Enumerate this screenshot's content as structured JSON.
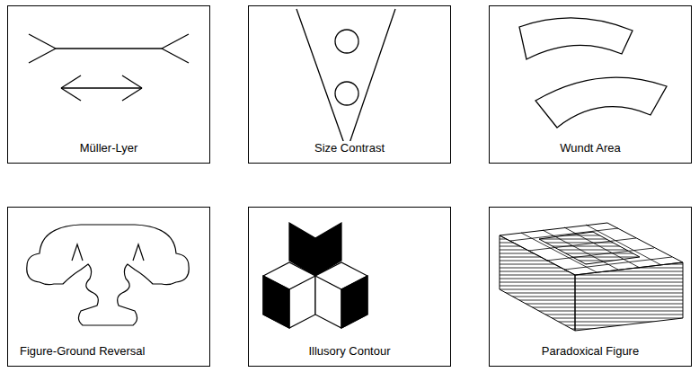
{
  "diagram": {
    "nodes": [
      {
        "text": [
          "Müller-Lyer"
        ]
      },
      {
        "text": [
          "Size Contrast"
        ]
      },
      {
        "text": [
          "Wundt Area"
        ]
      },
      {
        "text": [
          "Figure-Ground Reversal"
        ]
      },
      {
        "text": [
          "Illusory Contour"
        ]
      },
      {
        "text": [
          "Paradoxical Figure"
        ]
      }
    ]
  }
}
